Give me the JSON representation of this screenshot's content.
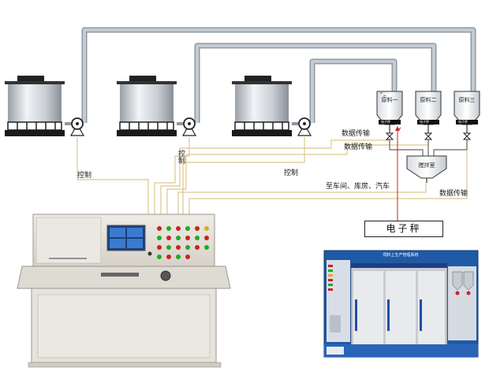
{
  "labels": {
    "control_1": "控制",
    "control_2": "控制",
    "control_3": "控制",
    "data_1": "数据传输",
    "data_2": "数据传输",
    "data_3": "数据传输",
    "destination": "至车间、库房、汽车",
    "mixing_room": "搅拌室",
    "electronic_scale": "电子秤"
  },
  "hoppers": [
    {
      "label": "原料一"
    },
    {
      "label": "原料二"
    },
    {
      "label": "原料三"
    }
  ],
  "screen": {
    "title": "饲料上生产管理系统"
  },
  "colors": {
    "pipe": "#b8c0c9",
    "pipe_edge": "#8e98a3",
    "signal_line": "#d9c890",
    "scale_line": "#cc2222",
    "screen_bg": "#1f5aa6",
    "console": "#e4e1da"
  }
}
